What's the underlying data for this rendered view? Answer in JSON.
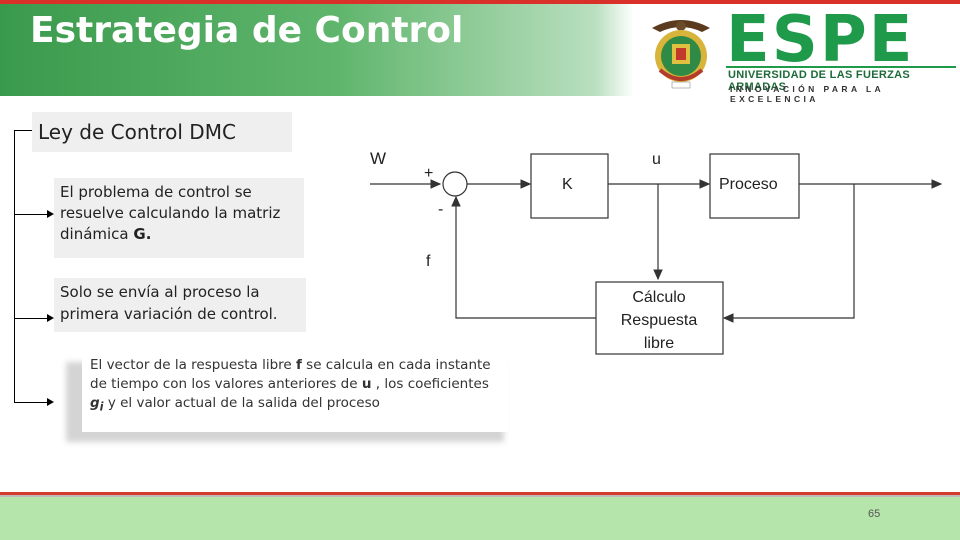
{
  "slide": {
    "title": "Estrategia de Control",
    "page_number": "65"
  },
  "logo": {
    "word": "ESPE",
    "university": "UNIVERSIDAD DE LAS FUERZAS ARMADAS",
    "tagline": "INNOVACIÓN PARA LA EXCELENCIA",
    "emblem_icon": "espe-crest-icon",
    "brand_color": "#1f9a4a"
  },
  "content": {
    "heading": "Ley de Control DMC",
    "point1_a": "El problema de control se resuelve calculando la matriz dinámica ",
    "point1_b": "G",
    "point1_c": ".",
    "point2": " Solo se envía al proceso la primera variación de control.",
    "point3_a": "El vector de la respuesta libre ",
    "point3_b": "f",
    "point3_c": " se calcula en cada instante de tiempo con los valores anteriores de ",
    "point3_d": "u",
    "point3_e": " , los coeficientes ",
    "point3_f": "g",
    "point3_g": "i",
    "point3_h": " y el valor actual de la salida del proceso"
  },
  "diagram": {
    "w_label": "W",
    "plus_label": "+",
    "minus_label": "-",
    "f_label": "f",
    "u_label": "u",
    "k_label": "K",
    "proceso_label": "Proceso",
    "calc_line1": "Cálculo",
    "calc_line2": "Respuesta",
    "calc_line3": "libre"
  },
  "colors": {
    "header_green": "#3a9a4c",
    "accent_red": "#d9302a",
    "footer_green": "#b5e5ab"
  }
}
